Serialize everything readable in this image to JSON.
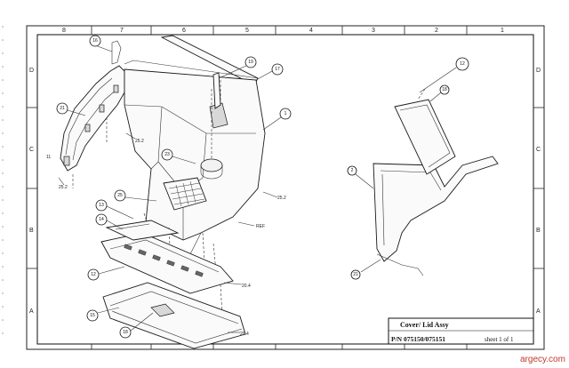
{
  "zones": {
    "columns": [
      "8",
      "7",
      "6",
      "5",
      "4",
      "3",
      "2",
      "1"
    ],
    "rows": [
      "D",
      "C",
      "B",
      "A"
    ]
  },
  "callouts": {
    "c16": "16",
    "c19": "19",
    "c17": "17",
    "c1": "1",
    "c21": "21",
    "c23": "23",
    "c25": "25",
    "c13": "13",
    "c14": "14",
    "c12a": "12",
    "c15": "15",
    "c18": "18",
    "c12": "12",
    "c2": "2",
    "c21b": "21"
  },
  "leaders": {
    "l252a": "25.2",
    "l252b": "25.2",
    "l252c": "25.2",
    "lref": "REF",
    "l204a": "20.4",
    "l204b": "20.4",
    "l11": "11"
  },
  "title_block": {
    "title": "Cover/ Lid Assy",
    "part_number": "P/N 075150/075151",
    "sheet": "sheet 1 of 1"
  },
  "watermark": "argecy.com"
}
